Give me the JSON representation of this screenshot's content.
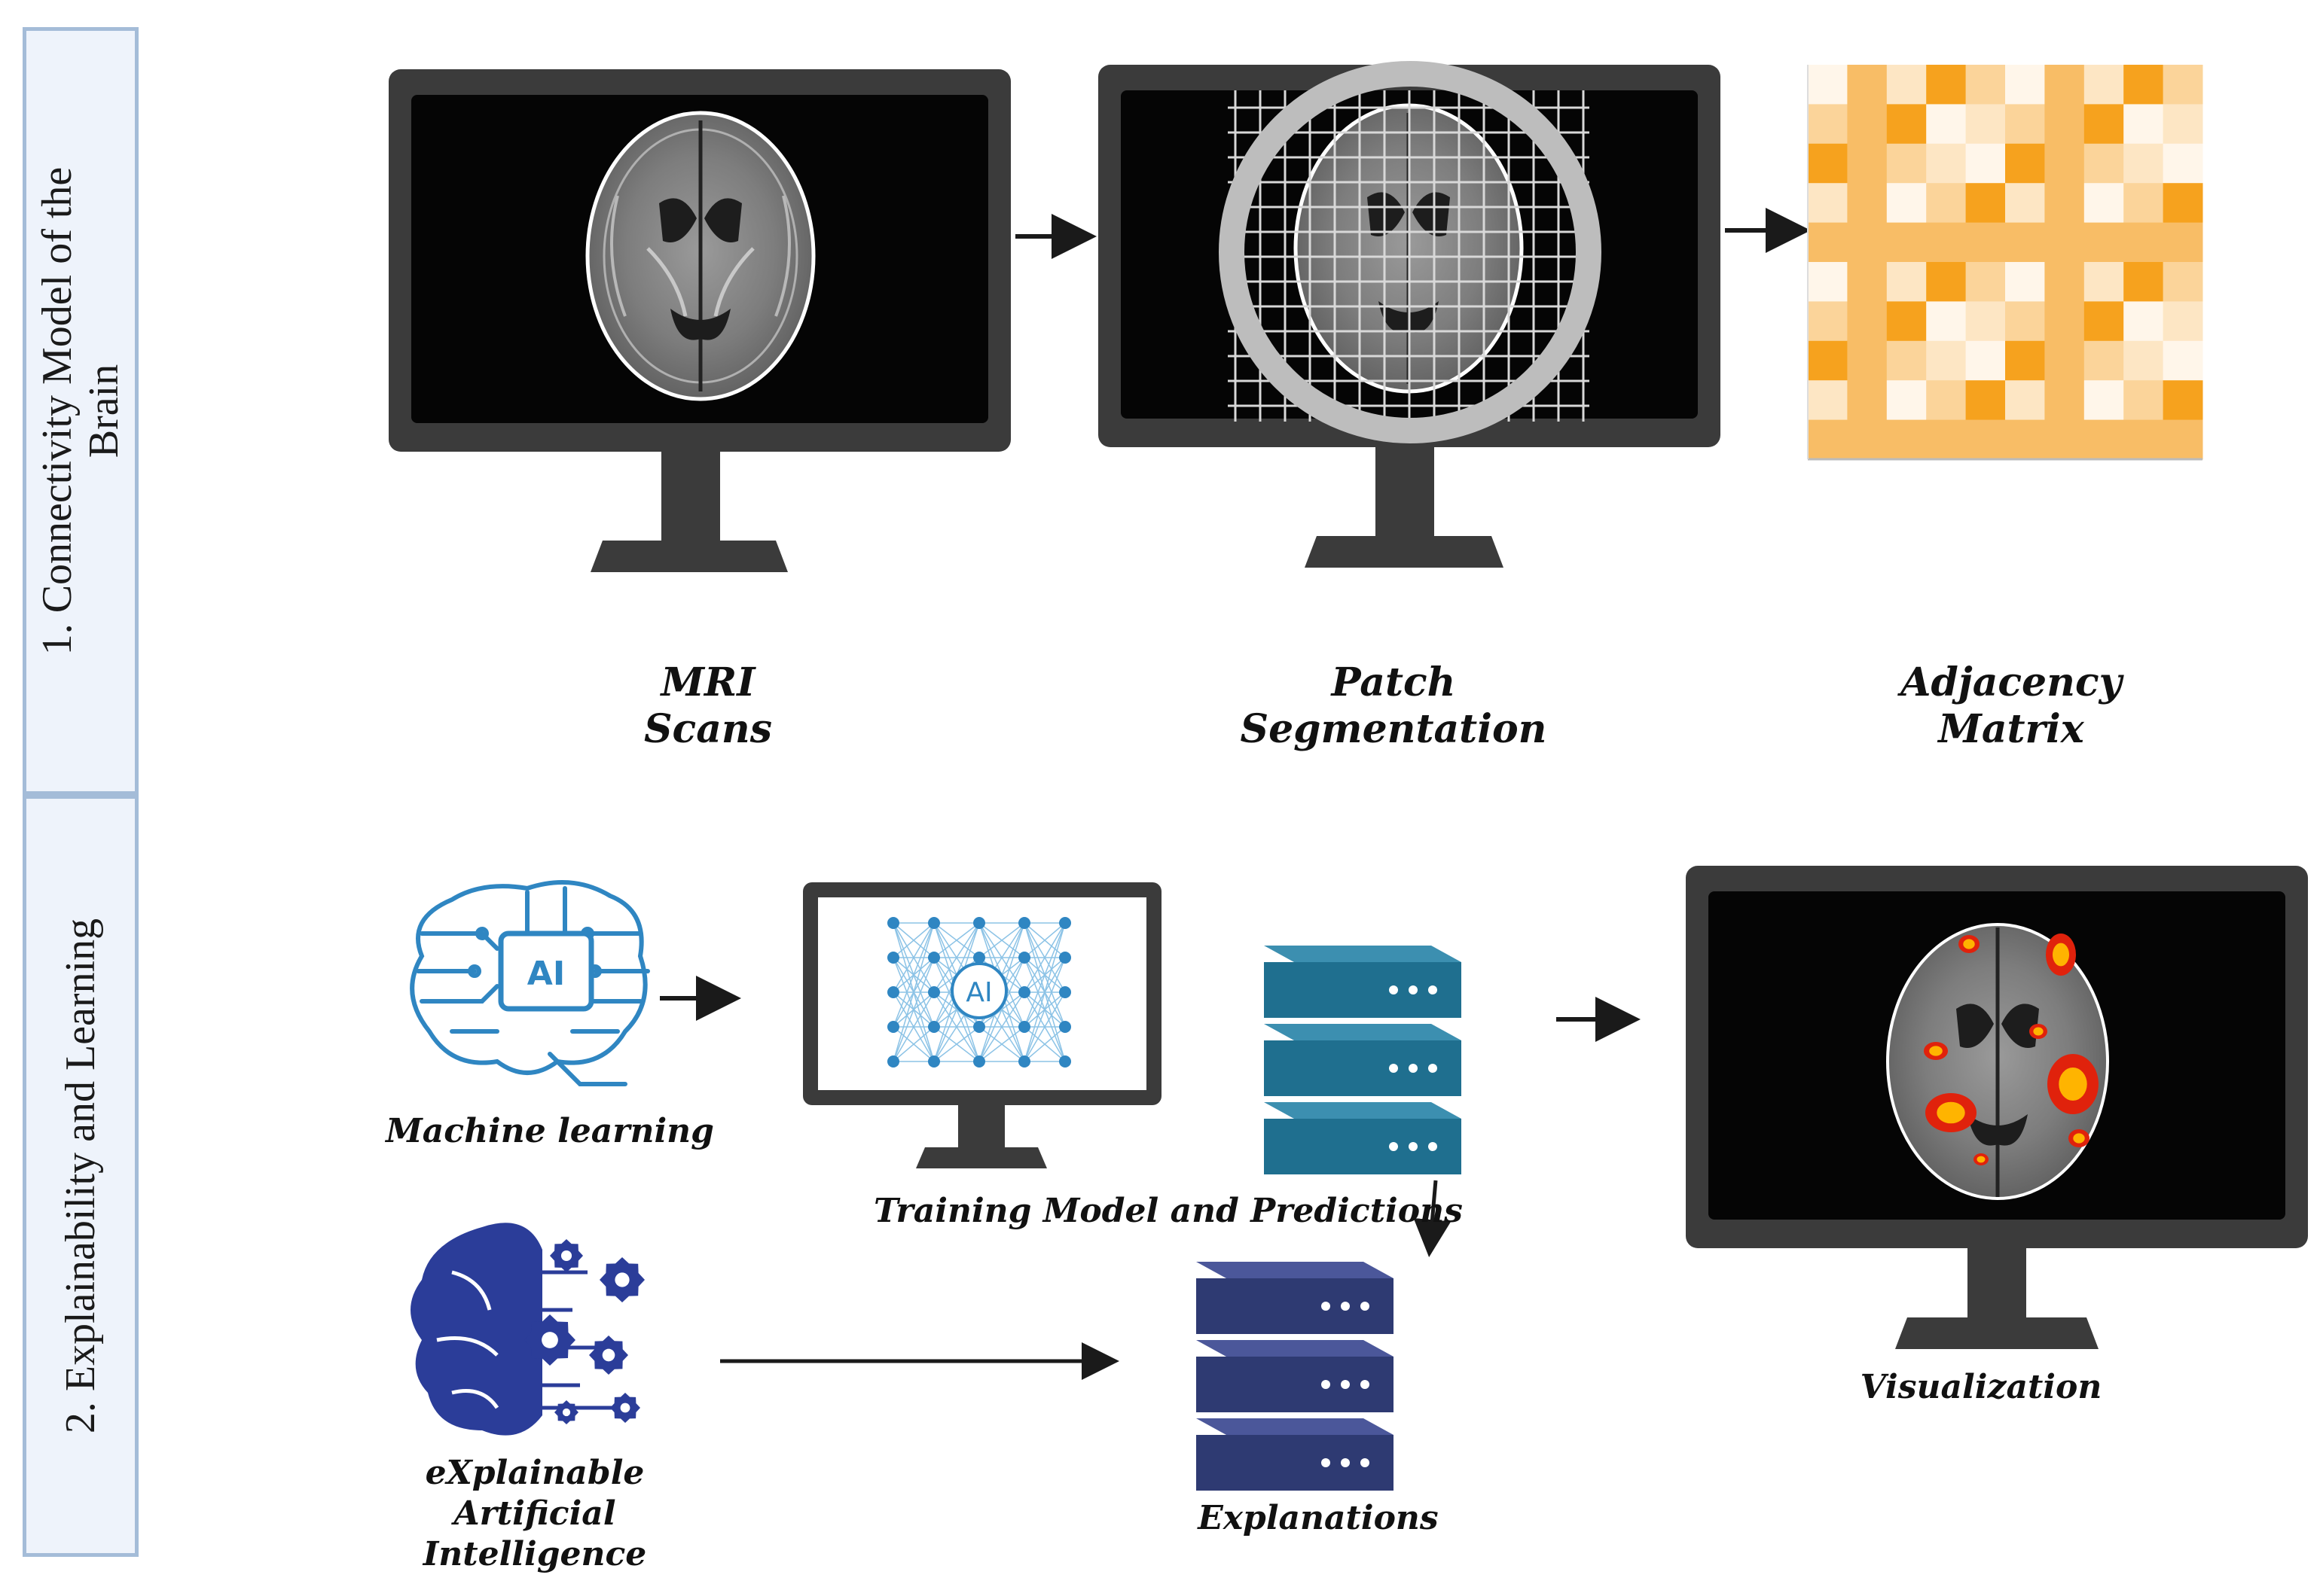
{
  "sections": {
    "first": {
      "line1": "1.  Connectivity Model of the",
      "line2": "Brain"
    },
    "second": {
      "line1": "2. Explainability and Learning"
    }
  },
  "stage1": {
    "mri": {
      "line1": "MRI",
      "line2": "Scans"
    },
    "patch": {
      "line1": "Patch",
      "line2": "Segmentation"
    },
    "adjacency": {
      "line1": "Adjacency",
      "line2": "Matrix"
    }
  },
  "stage2": {
    "ml_label": "Machine learning",
    "ml_chip": "AI",
    "training_label": "Training Model and Predictions",
    "training_chip": "AI",
    "xai": {
      "line1": "eXplainable",
      "line2": "Artificial",
      "line3": "Intelligence"
    },
    "explanations_label": "Explanations",
    "visualization_label": "Visualization"
  },
  "colors": {
    "monitor_frame": "#3b3b3b",
    "screen": "#050505",
    "matrix_accent": "#f6a21e",
    "server_teal": "#1f6f8f",
    "server_navy": "#2e3a72",
    "xai_blue": "#2b3d99",
    "ml_blue": "#2f86c2",
    "section_border": "#a4bcd8"
  }
}
